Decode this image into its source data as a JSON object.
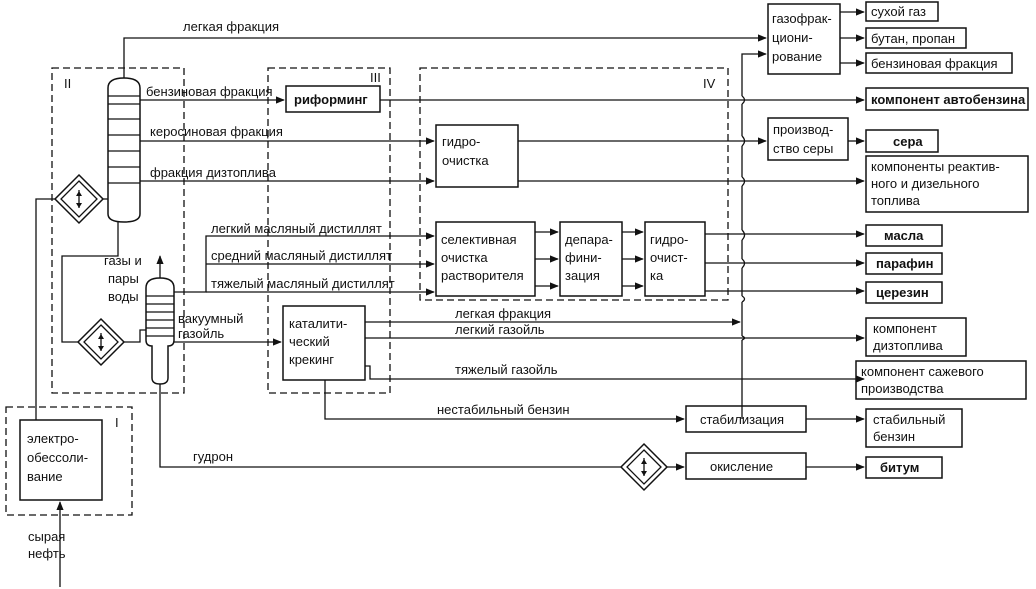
{
  "diagram": {
    "sections": {
      "I": "I",
      "II": "II",
      "III": "III",
      "IV": "IV"
    },
    "processes": {
      "desalting": [
        "электро-",
        "обессоли-",
        "вание"
      ],
      "reforming": [
        "риформинг"
      ],
      "hydrotreating": [
        "гидро-",
        "очистка"
      ],
      "selective": [
        "селективная",
        "очистка",
        "растворителя"
      ],
      "deparaffin": [
        "депара-",
        "фини-",
        "зация"
      ],
      "hydrotreat2": [
        "гидро-",
        "очист-",
        "ка"
      ],
      "cracking": [
        "каталити-",
        "ческий",
        "крекинг"
      ],
      "gasfrac": [
        "газофрак-",
        "циони-",
        "рование"
      ],
      "sulfur": [
        "производ-",
        "ство серы"
      ],
      "stabilization": [
        "стабилизация"
      ],
      "oxidation": [
        "окисление"
      ]
    },
    "flows": {
      "light_fraction": "легкая фракция",
      "gasoline_fraction": "бензиновая фракция",
      "kerosene_fraction": "керосиновая фракция",
      "diesel_fraction": "фракция дизтоплива",
      "light_oil": "легкий масляный дистиллят",
      "medium_oil": "средний масляный дистиллят",
      "heavy_oil": "тяжелый масляный дистиллят",
      "gases": [
        "газы и",
        "пары",
        "воды"
      ],
      "vacuum_gasoil": [
        "вакуумный",
        "газойль"
      ],
      "cat_light_fraction": "легкая фракция",
      "light_gasoil": "легкий газойль",
      "heavy_gasoil": "тяжелый газойль",
      "unstable_gasoline": "нестабильный бензин",
      "tar": "гудрон",
      "crude": [
        "сырая",
        "нефть"
      ]
    },
    "products": {
      "dry_gas": "сухой газ",
      "butane": "бутан, пропан",
      "gasoline_frac": "бензиновая фракция",
      "auto_gas": "компонент автобензина",
      "sulfur": "сера",
      "jet_diesel": [
        "компоненты реактив-",
        "ного и дизельного",
        "топлива"
      ],
      "oils": "масла",
      "paraffin": "парафин",
      "ceresin": "церезин",
      "diesel_comp": [
        "компонент",
        "дизтоплива"
      ],
      "soot_comp": [
        "компонент сажевого",
        "производства"
      ],
      "stable_gas": [
        "стабильный",
        "бензин"
      ],
      "bitumen": "битум"
    }
  }
}
